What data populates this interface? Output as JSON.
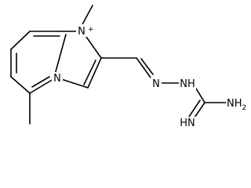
{
  "molecule": {
    "atoms": {
      "n_plus": "N",
      "n_plus_charge": "+",
      "n_bridge": "N",
      "n_imine": "N",
      "nh_hydrazone": "NH",
      "nh2": "NH",
      "nh2_sub": "2",
      "nh_imine": "HN"
    }
  }
}
